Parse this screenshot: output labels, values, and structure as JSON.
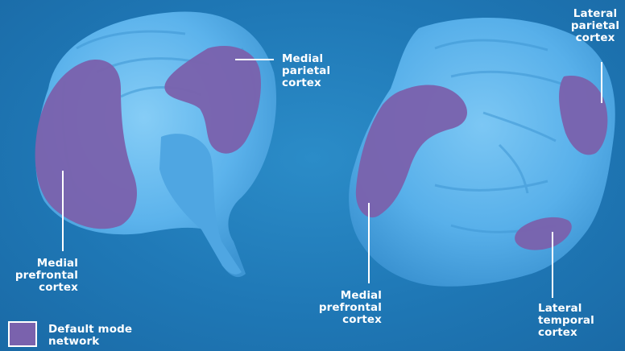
{
  "labels": {
    "left_medial_parietal": [
      "Medial",
      "parietal",
      "cortex"
    ],
    "left_medial_prefrontal": [
      "Medial",
      "prefrontal",
      "cortex"
    ],
    "right_lateral_parietal": [
      "Lateral",
      "parietal",
      "cortex"
    ],
    "right_medial_prefrontal": [
      "Medial",
      "prefrontal",
      "cortex"
    ],
    "right_lateral_temporal": [
      "Lateral",
      "temporal",
      "cortex"
    ]
  },
  "legend": {
    "label": [
      "Default mode",
      "network"
    ]
  },
  "colors": {
    "background": "#1f78b6",
    "brain": "#5fb6ee",
    "default_mode_network": "#7a62ad",
    "label_text": "#ffffff"
  }
}
